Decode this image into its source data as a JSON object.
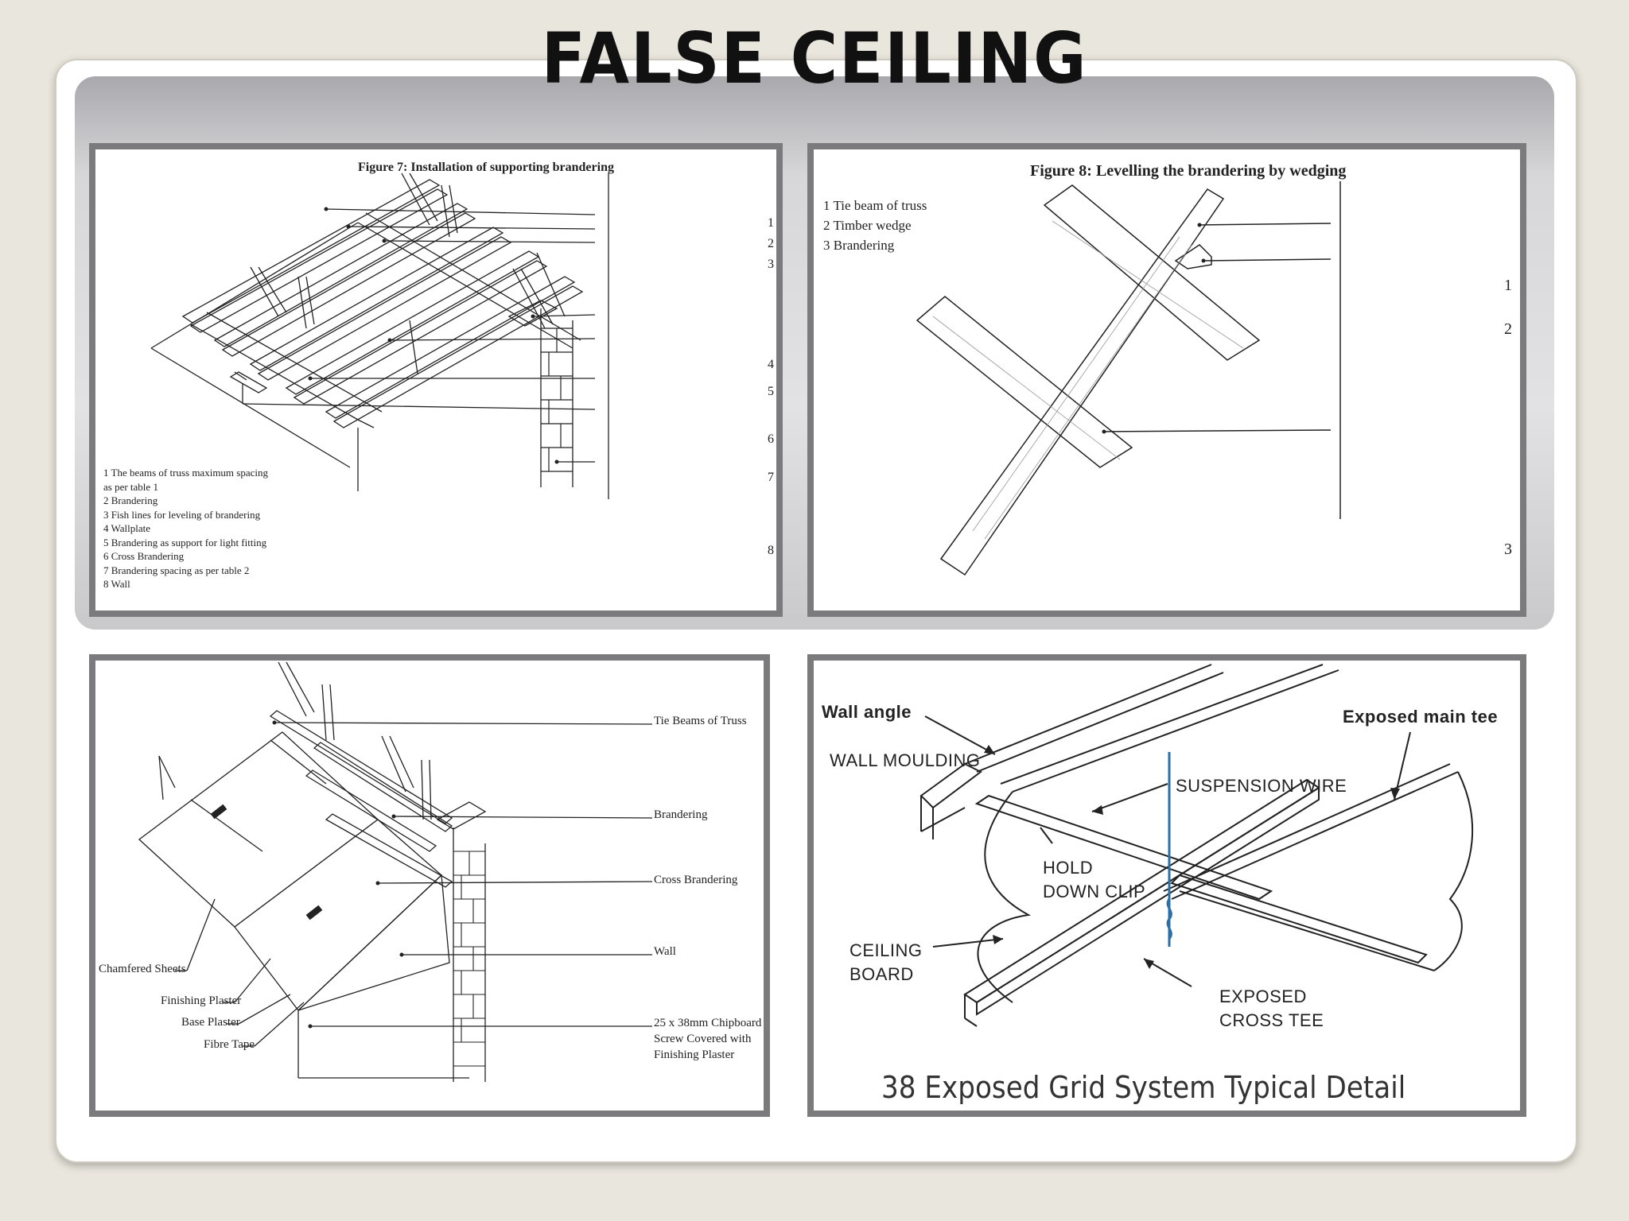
{
  "slide": {
    "title": "FALSE CEILING"
  },
  "panels": {
    "fig7": {
      "title": "Figure 7:  Installation of supporting brandering",
      "legend": [
        "1  The beams of truss maximum spacing",
        "    as per table 1",
        "2  Brandering",
        "3  Fish lines for leveling of brandering",
        "4  Wallplate",
        "5  Brandering as support for light fitting",
        "6  Cross Brandering",
        "7  Brandering spacing as per table 2",
        "8  Wall"
      ],
      "numbers": [
        "1",
        "2",
        "3",
        "4",
        "5",
        "6",
        "7",
        "8"
      ]
    },
    "fig8": {
      "title": "Figure 8:  Levelling the brandering by wedging",
      "legend": [
        "1  Tie beam of truss",
        "2  Timber wedge",
        "3  Brandering"
      ],
      "numbers": [
        "1",
        "2",
        "3"
      ]
    },
    "chamfered": {
      "labels": {
        "tie_beams": "Tie Beams of Truss",
        "brandering": "Brandering",
        "cross_brandering": "Cross Brandering",
        "wall": "Wall",
        "chipboard_1": "25 x 38mm Chipboard",
        "chipboard_2": "Screw Covered with",
        "chipboard_3": "Finishing Plaster",
        "chamfered_sheets": "Chamfered Sheets",
        "finishing_plaster": "Finishing Plaster",
        "base_plaster": "Base Plaster",
        "fibre_tape": "Fibre Tape"
      }
    },
    "grid": {
      "labels": {
        "wall_angle": "Wall angle",
        "exposed_main_tee": "Exposed main tee",
        "wall_moulding": "WALL MOULDING",
        "suspension_wire": "SUSPENSION WIRE",
        "hold_down_clip_1": "HOLD",
        "hold_down_clip_2": "DOWN CLIP",
        "ceiling_board_1": "CEILING",
        "ceiling_board_2": "BOARD",
        "exposed_cross_tee_1": "EXPOSED",
        "exposed_cross_tee_2": "CROSS TEE"
      },
      "caption": "38 Exposed Grid System Typical Detail"
    }
  }
}
